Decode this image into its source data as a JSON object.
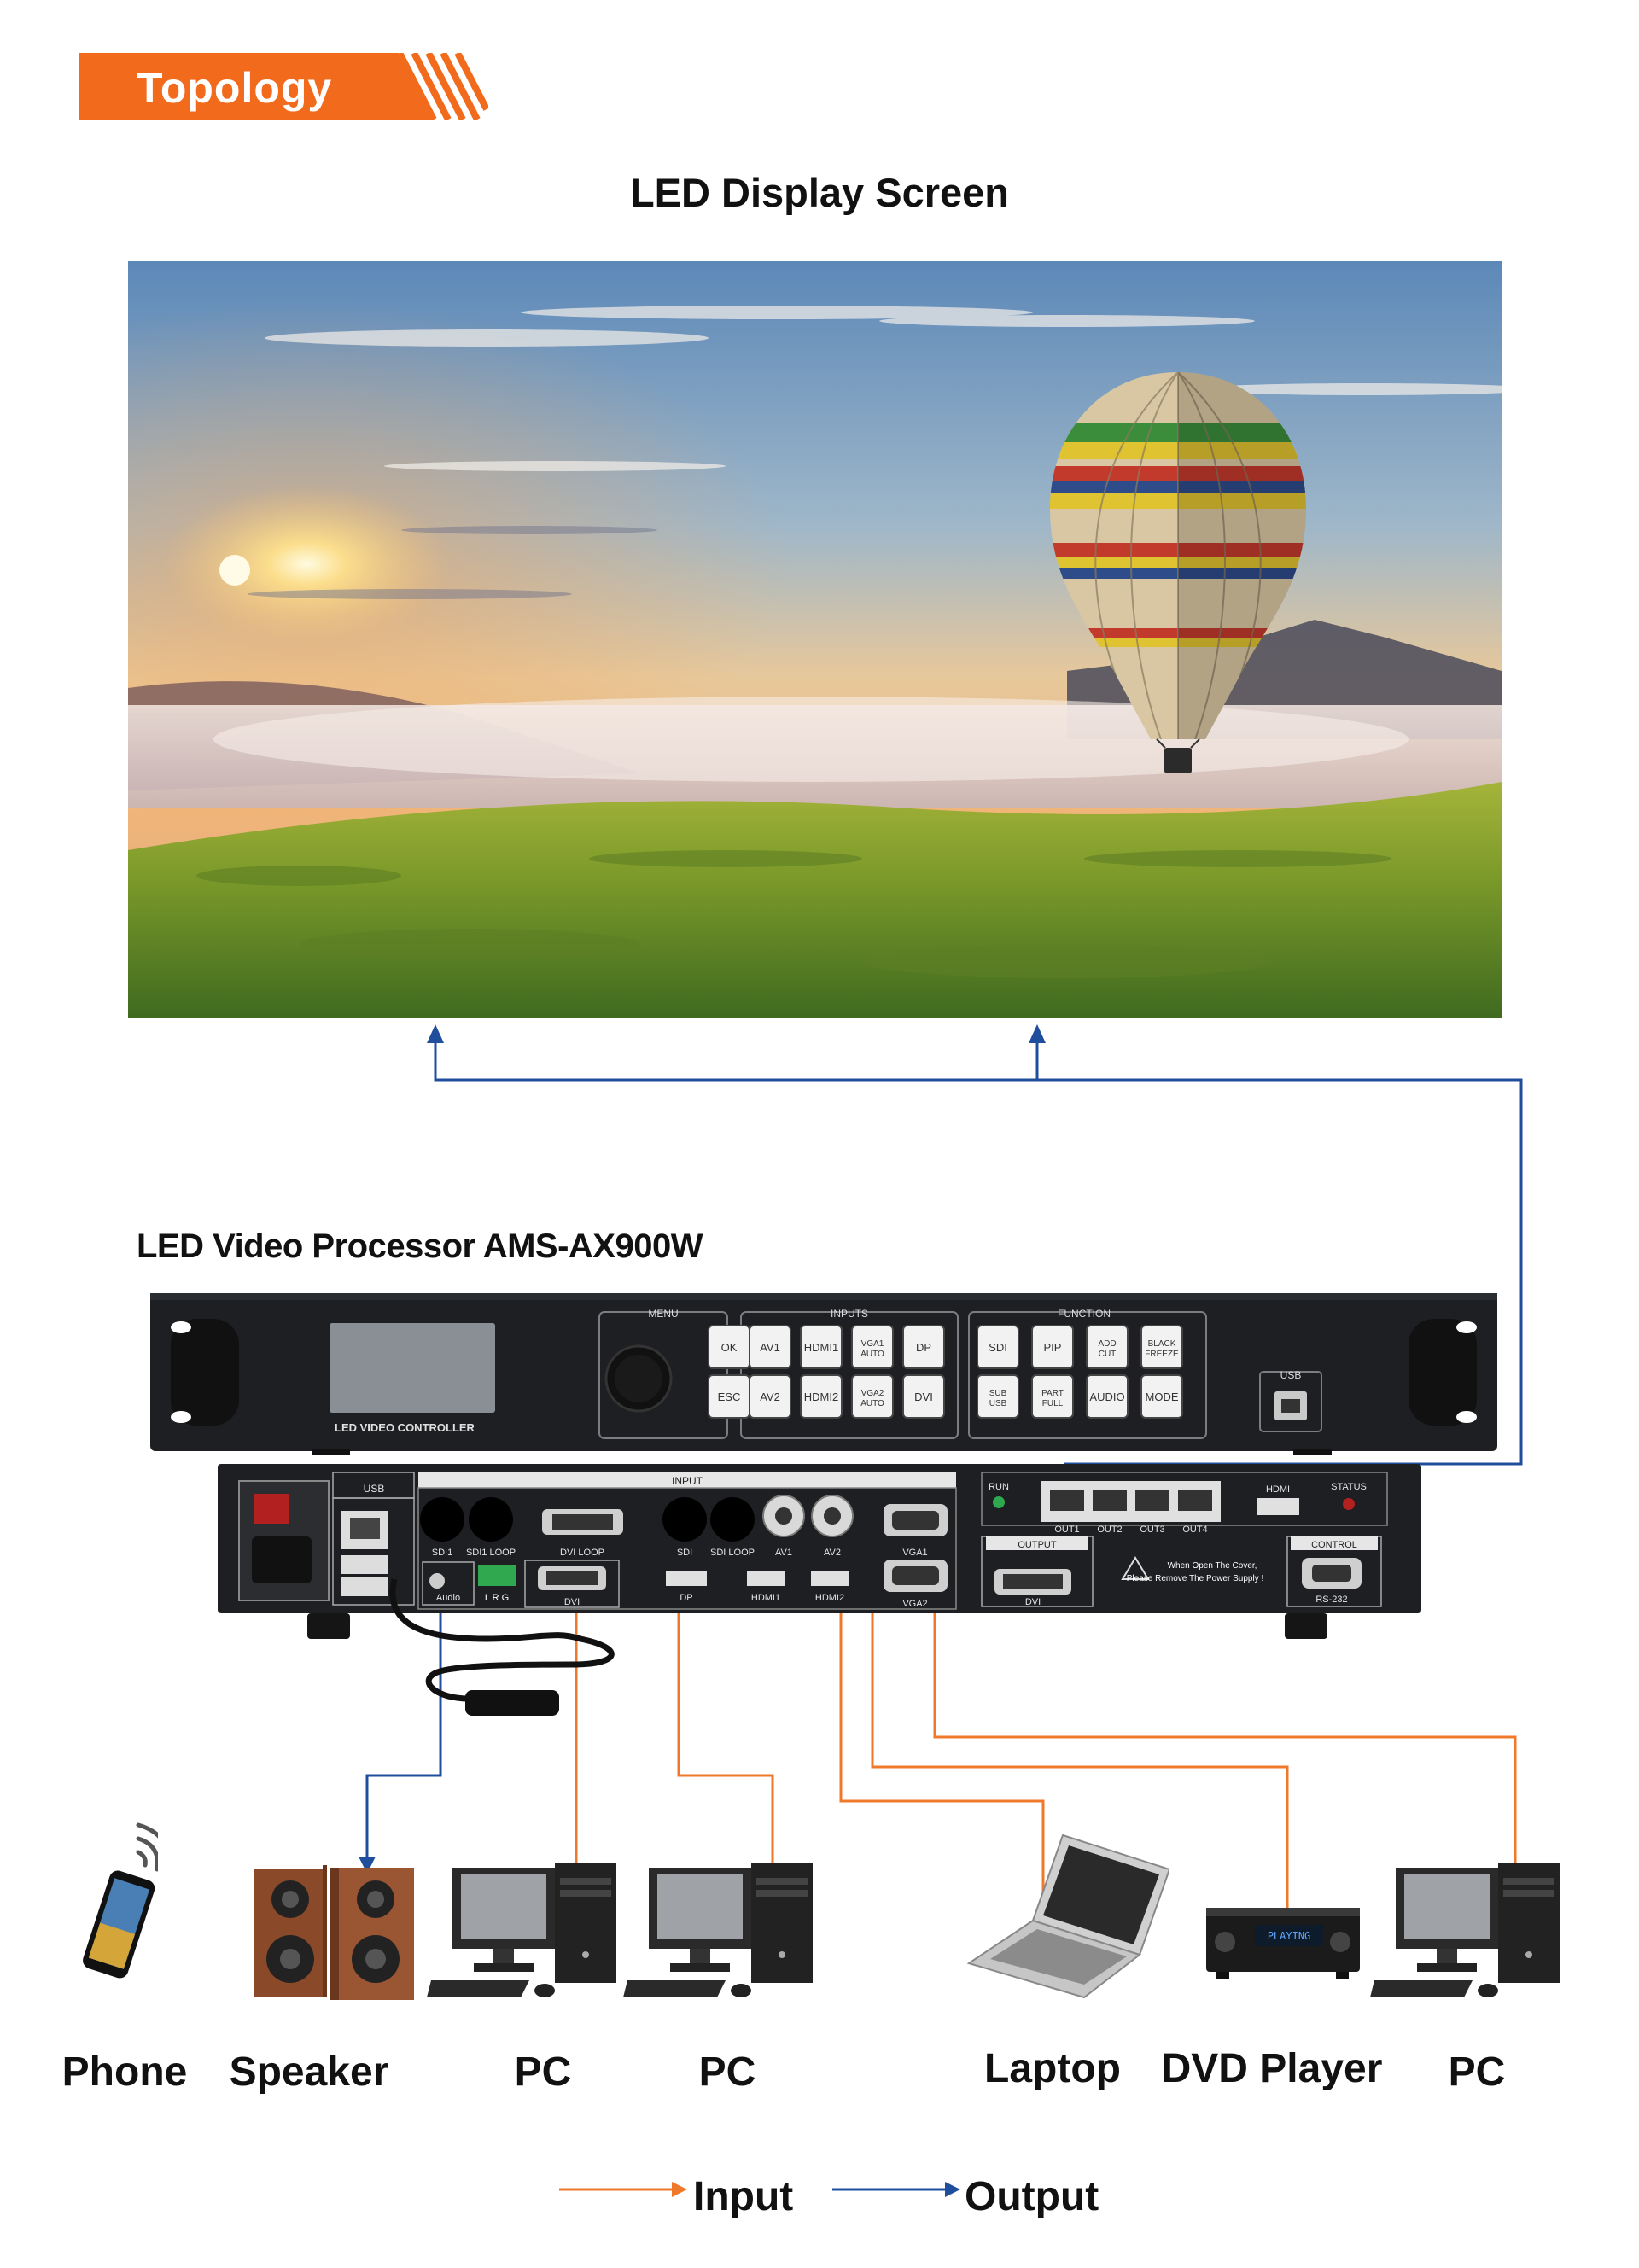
{
  "header": {
    "label": "Topology"
  },
  "screen": {
    "title": "LED Display Screen"
  },
  "processor": {
    "title": "LED Video Processor AMS-AX900W",
    "front": {
      "brand": "LED VIDEO CONTROLLER",
      "menu_label": "MENU",
      "inputs_label": "INPUTS",
      "function_label": "FUNCTION",
      "usb_label": "USB",
      "menu_buttons": [
        "OK",
        "ESC"
      ],
      "input_buttons": [
        "AV1",
        "HDMI1",
        "VGA1 AUTO",
        "DP",
        "AV2",
        "HDMI2",
        "VGA2 AUTO",
        "DVI"
      ],
      "function_buttons": [
        "SDI",
        "PIP",
        "ADD CUT",
        "BLACK FREEZE",
        "SUB USB",
        "PART FULL",
        "AUDIO",
        "MODE"
      ]
    },
    "rear": {
      "usb": "USB",
      "input": "INPUT",
      "ports_top": [
        "SDI1",
        "SDI1 LOOP",
        "DVI LOOP",
        "SDI",
        "SDI LOOP",
        "AV1",
        "AV2",
        "VGA1"
      ],
      "ports_bottom": [
        "Audio",
        "L R G",
        "DVI",
        "DP",
        "HDMI1",
        "HDMI2",
        "VGA2"
      ],
      "run": "RUN",
      "outs": [
        "OUT1",
        "OUT2",
        "OUT3",
        "OUT4"
      ],
      "hdmi": "HDMI",
      "status": "STATUS",
      "output": "OUTPUT",
      "output_dvi": "DVI",
      "control": "CONTROL",
      "rs232": "RS-232",
      "warning": [
        "When Open The Cover,",
        "Please Remove The Power Supply !"
      ]
    }
  },
  "devices": [
    {
      "label": "Phone",
      "icon": "smartphone-icon"
    },
    {
      "label": "Speaker",
      "icon": "speaker-icon"
    },
    {
      "label": "PC",
      "icon": "desktop-pc-icon"
    },
    {
      "label": "PC",
      "icon": "desktop-pc-icon"
    },
    {
      "label": "Laptop",
      "icon": "laptop-icon"
    },
    {
      "label": "DVD Player",
      "icon": "dvd-player-icon"
    },
    {
      "label": "PC",
      "icon": "desktop-pc-icon"
    }
  ],
  "dvd_display": "PLAYING",
  "legend": {
    "input": "Input",
    "output": "Output"
  },
  "colors": {
    "accent": "#f26a1b",
    "input_line": "#f0782a",
    "output_line": "#1f4e9c",
    "chassis": "#1d1f22"
  }
}
